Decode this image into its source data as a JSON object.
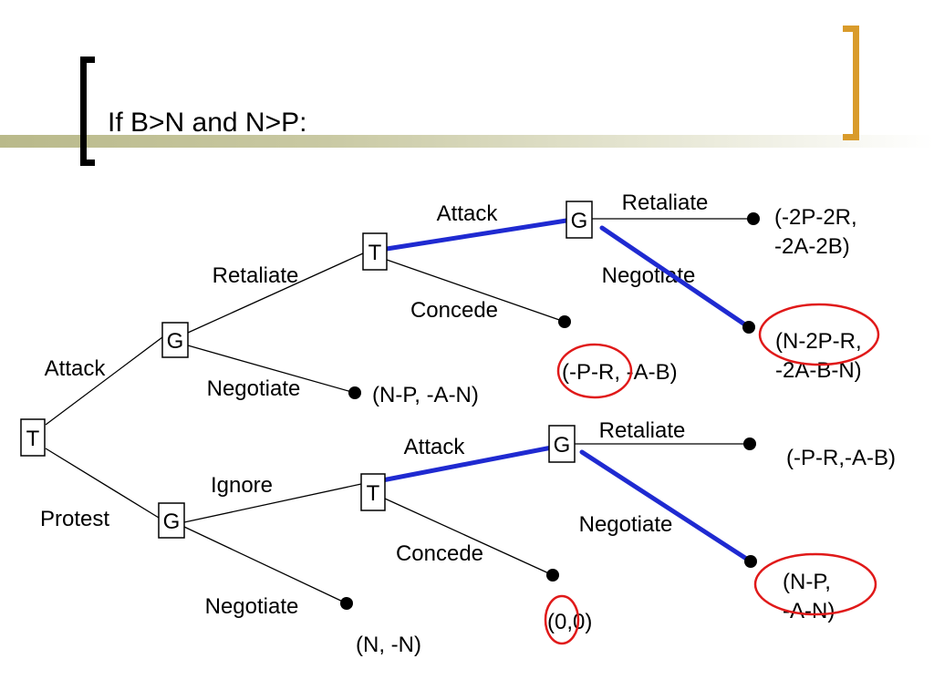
{
  "slide": {
    "title": "If B>N and N>P:"
  },
  "nodes": [
    {
      "id": "T1",
      "label": "T"
    },
    {
      "id": "G1",
      "label": "G"
    },
    {
      "id": "G2",
      "label": "G"
    },
    {
      "id": "T2",
      "label": "T"
    },
    {
      "id": "T3",
      "label": "T"
    },
    {
      "id": "G3",
      "label": "G"
    },
    {
      "id": "G4",
      "label": "G"
    }
  ],
  "edges": [
    {
      "from": "T1",
      "to": "G1",
      "label": "Attack"
    },
    {
      "from": "T1",
      "to": "G2",
      "label": "Protest"
    },
    {
      "from": "G1",
      "to": "T2",
      "label": "Retaliate"
    },
    {
      "from": "G1",
      "to": "P5",
      "label": "Negotiate"
    },
    {
      "from": "T2",
      "to": "G3",
      "label": "Attack",
      "highlight": true
    },
    {
      "from": "T2",
      "to": "P3",
      "label": "Concede"
    },
    {
      "from": "G3",
      "to": "P1",
      "label": "Retaliate"
    },
    {
      "from": "G3",
      "to": "P2",
      "label": "Negotiate",
      "highlight": true
    },
    {
      "from": "G2",
      "to": "T3",
      "label": "Ignore"
    },
    {
      "from": "G2",
      "to": "P9",
      "label": "Negotiate"
    },
    {
      "from": "T3",
      "to": "G4",
      "label": "Attack",
      "highlight": true
    },
    {
      "from": "T3",
      "to": "P8",
      "label": "Concede"
    },
    {
      "from": "G4",
      "to": "P6",
      "label": "Retaliate"
    },
    {
      "from": "G4",
      "to": "P7",
      "label": "Negotiate",
      "highlight": true
    }
  ],
  "payoffs": [
    {
      "id": "P1",
      "lines": [
        "(-2P-2R,",
        "-2A-2B)"
      ],
      "circled": false
    },
    {
      "id": "P2",
      "lines": [
        "(N-2P-R,",
        "-2A-B-N)"
      ],
      "circled": true
    },
    {
      "id": "P3",
      "lines": [
        "(-P-R, -A-B)"
      ],
      "circled": true
    },
    {
      "id": "P5",
      "lines": [
        "(N-P, -A-N)"
      ],
      "circled": false
    },
    {
      "id": "P6",
      "lines": [
        "(-P-R,-A-B)"
      ],
      "circled": false
    },
    {
      "id": "P7",
      "lines": [
        "(N-P,",
        "-A-N)"
      ],
      "circled": true
    },
    {
      "id": "P8",
      "lines": [
        "(0,0)"
      ],
      "circled": true
    },
    {
      "id": "P9",
      "lines": [
        "(N, -N)"
      ],
      "circled": false
    }
  ],
  "colors": {
    "highlight_path": "#1f2ad1",
    "equilibrium_circle": "#e01919",
    "right_bracket": "#d99b2b",
    "left_bracket": "#000000"
  }
}
